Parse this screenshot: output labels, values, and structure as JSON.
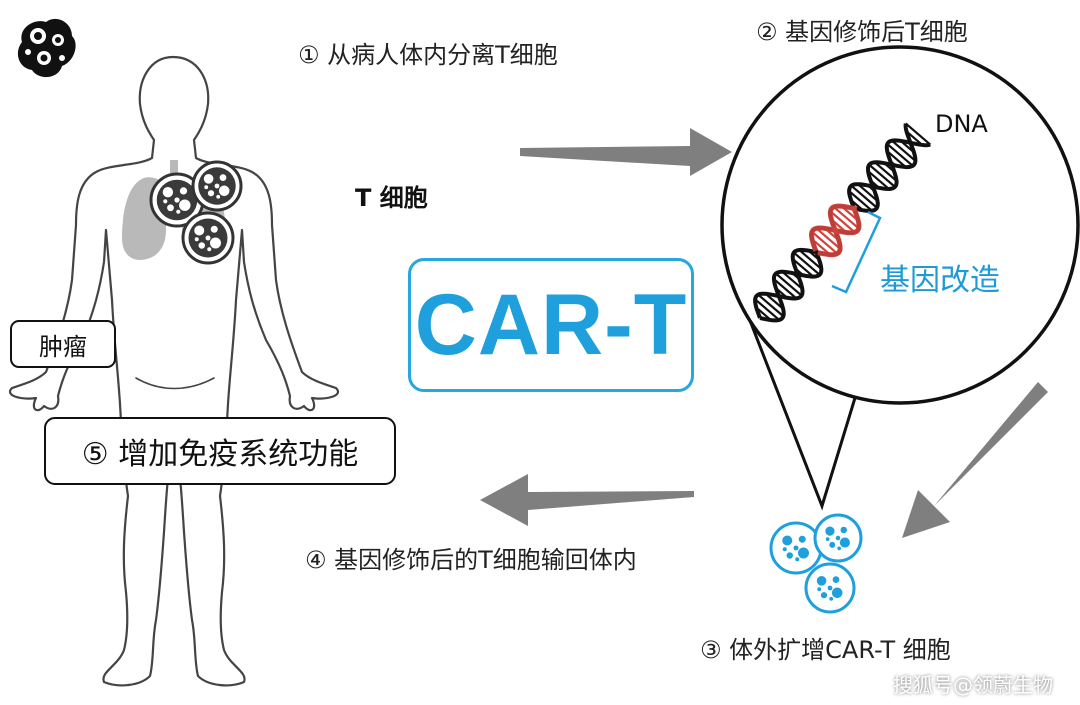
{
  "steps": {
    "step1": "① 从病人体内分离T细胞",
    "step2": "② 基因修饰后T细胞",
    "step3": "③ 体外扩增CAR-T 细胞",
    "step4": "④ 基因修饰后的T细胞输回体内",
    "step5": "⑤ 增加免疫系统功能"
  },
  "labels": {
    "t_cell": "T 细胞",
    "tumor": "肿瘤",
    "dna": "DNA",
    "gene_modification": "基因改造",
    "car_t": "CAR-T"
  },
  "watermark": "搜狐号@领蔚生物",
  "colors": {
    "accent_blue": "#1f9fdc",
    "arrow_gray": "#7f7f7f",
    "body_outline": "#444444",
    "dna_red": "#d0443e"
  },
  "icons": [
    "cell-cluster-logo-icon",
    "human-body-outline",
    "lung-icon",
    "t-cell-icon",
    "dna-helix-icon",
    "car-t-cell-icon",
    "arrow-icon"
  ]
}
